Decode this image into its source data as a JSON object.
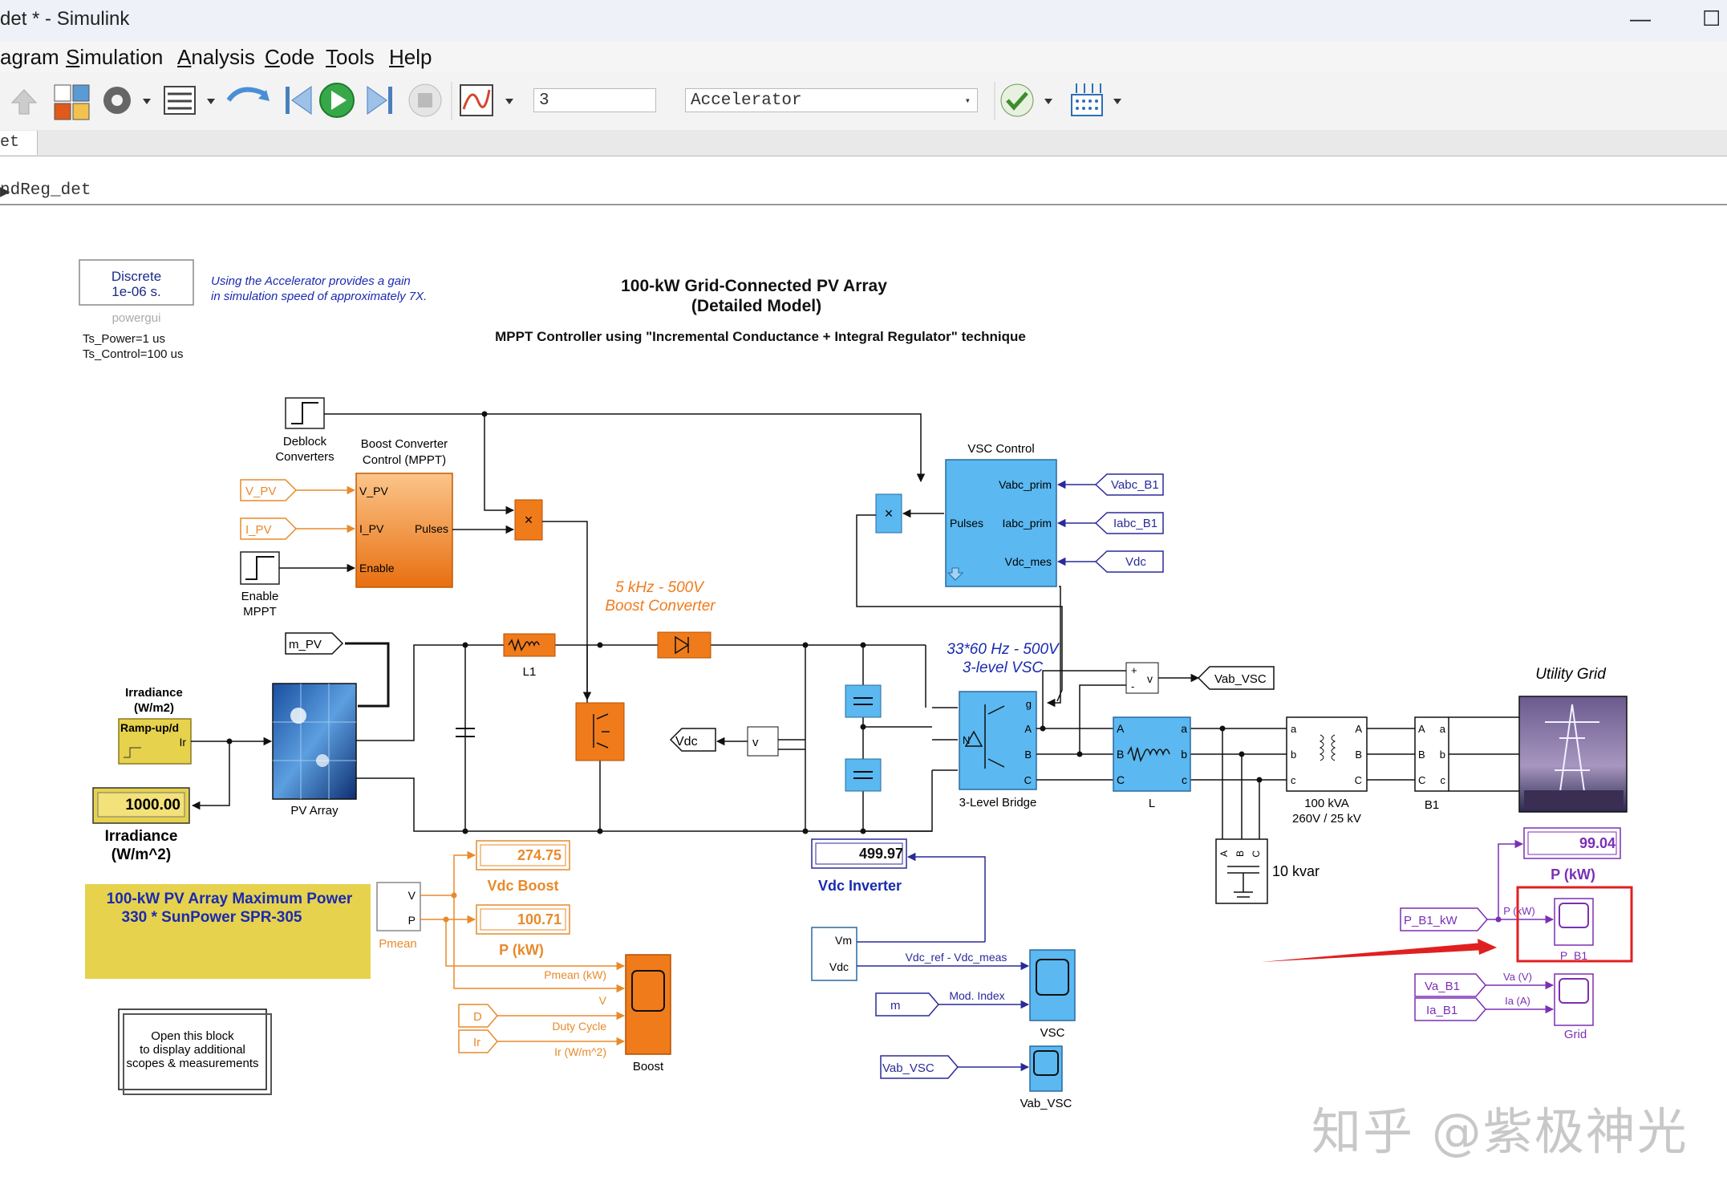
{
  "window": {
    "title": "det * - Simulink",
    "minimize": "—",
    "maximize": "☐"
  },
  "menu": [
    {
      "label": "agram",
      "u": ""
    },
    {
      "label": "imulation",
      "u": "S"
    },
    {
      "label": "nalysis",
      "u": "A"
    },
    {
      "label": "ode",
      "u": "C"
    },
    {
      "label": "ools",
      "u": "T"
    },
    {
      "label": "elp",
      "u": "H"
    }
  ],
  "toolbar": {
    "stop_time": "3",
    "sim_mode": "Accelerator"
  },
  "tab": {
    "label": "et"
  },
  "breadcrumb": {
    "path": "ndReg_det"
  },
  "diagram": {
    "powergui": {
      "line1": "Discrete",
      "line2": "1e-06 s.",
      "name": "powergui"
    },
    "note_accel": {
      "line1": "Using the Accelerator provides a gain",
      "line2": "in simulation speed of approximately 7X."
    },
    "ts_power": "Ts_Power=1 us",
    "ts_control": "Ts_Control=100 us",
    "title1": "100-kW Grid-Connected PV Array",
    "title2": "(Detailed Model)",
    "subtitle": "MPPT Controller using  \"Incremental Conductance + Integral Regulator\"  technique",
    "deblock": {
      "l1": "Deblock",
      "l2": "Converters"
    },
    "boost_ctrl": {
      "l1": "Boost Converter",
      "l2": "Control (MPPT)",
      "in1": "V_PV",
      "in2": "I_PV",
      "in3": "Enable",
      "out": "Pulses"
    },
    "tag_vpv": "V_PV",
    "tag_ipv": "I_PV",
    "enable_mppt": {
      "l1": "Enable",
      "l2": "MPPT"
    },
    "vsc_control": {
      "name": "VSC Control",
      "in1": "Vabc_prim",
      "in2": "Iabc_prim",
      "in3": "Vdc_mes",
      "out": "Pulses"
    },
    "tag_vabc": "Vabc_B1",
    "tag_iabc": "Iabc_B1",
    "tag_vdc_r": "Vdc",
    "boost_note": {
      "l1": "5 kHz - 500V",
      "l2": "Boost Converter"
    },
    "vsc_note": {
      "l1": "33*60 Hz - 500V",
      "l2": "3-level VSC"
    },
    "tag_mpv": "m_PV",
    "irr_block": {
      "l1": "Irradiance",
      "l2": "(W/m2)",
      "text": "Ramp-up/d",
      "port": "Ir"
    },
    "irr_display": {
      "value": "1000.00",
      "l1": "Irradiance",
      "l2": "(W/m^2)"
    },
    "pv_array": "PV Array",
    "l1": "L1",
    "tag_vdc_l": "Vdc",
    "bridge": {
      "name": "3-Level Bridge",
      "g": "g",
      "a": "A",
      "b": "B",
      "c": "C",
      "n": "N"
    },
    "inductor_l": {
      "name": "L",
      "a1": "A",
      "b1": "B",
      "c1": "C",
      "a2": "a",
      "b2": "b",
      "c2": "c"
    },
    "tag_vab_vsc": "Vab_VSC",
    "xfmr": {
      "l1": "100 kVA",
      "l2": "260V / 25 kV",
      "a": "a",
      "b": "b",
      "c": "c",
      "A": "A",
      "B": "B",
      "C": "C"
    },
    "b1": {
      "name": "B1",
      "A": "A",
      "B": "B",
      "C": "C",
      "a": "a",
      "b": "b",
      "c": "c"
    },
    "utility": "Utility Grid",
    "cap_bank": {
      "label": "10 kvar",
      "a": "A",
      "b": "B",
      "c": "C"
    },
    "disp_vdc_boost": {
      "value": "274.75",
      "label": "Vdc Boost"
    },
    "disp_p": {
      "value": "100.71",
      "label": "P (kW)"
    },
    "disp_vdc_inv": {
      "value": "499.97",
      "label": "Vdc Inverter"
    },
    "disp_p_grid": {
      "value": "99.04",
      "label": "P (kW)"
    },
    "pv_note": {
      "l1": "100-kW  PV Array Maximum Power",
      "l2": "330 * SunPower SPR-305"
    },
    "pmean": {
      "name": "Pmean",
      "v": "V",
      "p": "P"
    },
    "boost_scope": {
      "name": "Boost",
      "s1": "Pmean (kW)",
      "s2": "V",
      "s3": "Duty Cycle",
      "s4": "Ir (W/m^2)"
    },
    "tag_d": "D",
    "tag_ir": "Ir",
    "open_block": {
      "l1": "Open this block",
      "l2": "to display additional",
      "l3": "scopes & measurements"
    },
    "vm_block": {
      "vm": "Vm",
      "vdc": "Vdc"
    },
    "vsc_scope": {
      "name": "VSC",
      "s1": "Vdc_ref - Vdc_meas",
      "s2": "Mod. Index"
    },
    "tag_m": "m",
    "tag_vab_vsc2": "Vab_VSC",
    "vab_scope": "Vab_VSC",
    "tag_pb1": "P_B1_kW",
    "pb1_scope": {
      "name": "P_B1",
      "sig": "P (kW)"
    },
    "tag_va": "Va_B1",
    "tag_ia": "Ia_B1",
    "grid_scope": {
      "name": "Grid",
      "s1": "Va (V)",
      "s2": "Ia (A)"
    },
    "sum_v": "v",
    "sum_plus": "+",
    "sum_minus": "-",
    "mult": "×"
  },
  "watermark": "知乎 @紫极神光",
  "colors": {
    "orange": "#f07b1b",
    "blue": "#5bb8f0",
    "yellow": "#e6d24d",
    "purple": "#7b2fb5",
    "highlight": "#e02020"
  }
}
